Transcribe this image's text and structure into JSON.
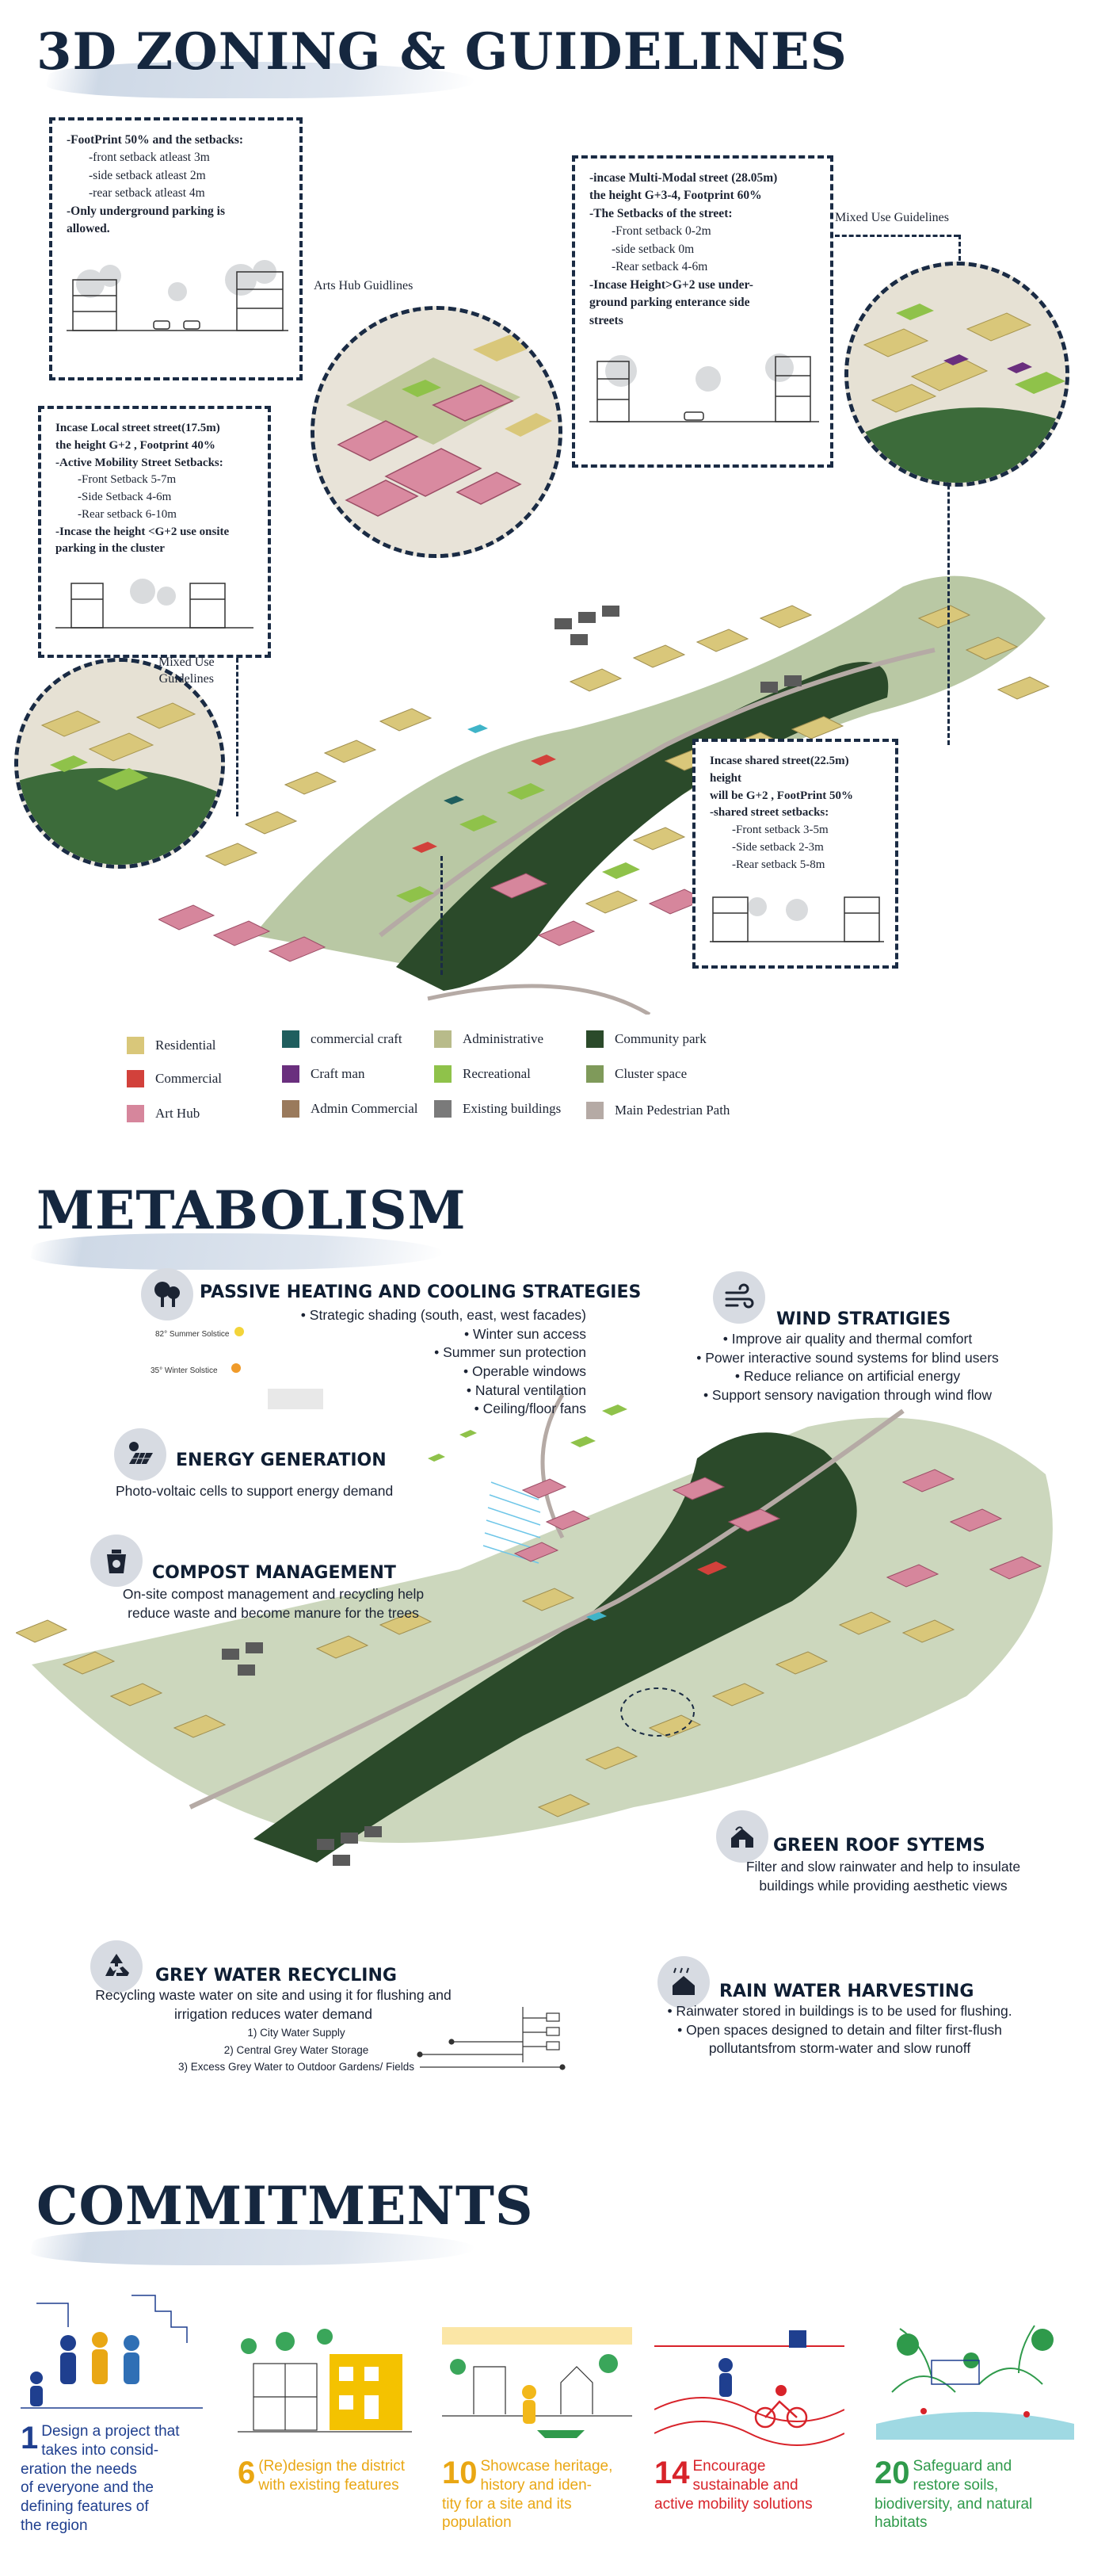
{
  "zoning": {
    "title": "3D ZONING & GUIDELINES",
    "note1": [
      "-FootPrint 50% and the setbacks:",
      "-front setback atleast 3m",
      "-side setback atleast 2m",
      "-rear setback atleast 4m",
      "-Only underground parking is",
      "allowed."
    ],
    "note2": [
      "-incase Multi-Modal street (28.05m)",
      "the height G+3-4, Footprint 60%",
      "-The Setbacks of the street:",
      "-Front setback 0-2m",
      "-side setback 0m",
      "-Rear setback 4-6m",
      "-Incase Height>G+2 use under-",
      "ground parking enterance side",
      "streets"
    ],
    "note3": [
      "Incase Local street street(17.5m)",
      "the height G+2 , Footprint 40%",
      "-Active Mobility Street Setbacks:",
      "-Front Setback 5-7m",
      "-Side Setback  4-6m",
      "-Rear setback   6-10m",
      "-Incase the height <G+2 use onsite",
      "parking in the cluster"
    ],
    "note4": [
      "Incase shared street(22.5m)",
      "height",
      "will be G+2 , FootPrint 50%",
      "-shared street setbacks:",
      "-Front setback 3-5m",
      "-Side setback   2-3m",
      "-Rear setback  5-8m"
    ],
    "label_arts": "Arts Hub Guidlines",
    "label_mixed_right": "Mixed Use Guidelines",
    "label_mixed_left": [
      "Mixed Use",
      "Guidelines"
    ],
    "legend": [
      {
        "label": "Residential",
        "color": "#d9c77a"
      },
      {
        "label": "Commercial",
        "color": "#d2413b"
      },
      {
        "label": "Art Hub",
        "color": "#d6869c"
      },
      {
        "label": "commercial craft",
        "color": "#1f5e5e"
      },
      {
        "label": "Craft man",
        "color": "#6a2f7e"
      },
      {
        "label": "Admin Commercial",
        "color": "#9a7a5c"
      },
      {
        "label": "Administrative",
        "color": "#b8bb8a"
      },
      {
        "label": "Recreational",
        "color": "#8fc24a"
      },
      {
        "label": "Existing buildings",
        "color": "#7a7a7a"
      },
      {
        "label": "Community park",
        "color": "#2b4a2a"
      },
      {
        "label": "Cluster space",
        "color": "#7f9a5a"
      },
      {
        "label": "Main Pedestrian Path",
        "color": "#b5aaa5"
      }
    ]
  },
  "metabolism": {
    "title": "METABOLISM",
    "passive": {
      "heading": "PASSIVE HEATING AND COOLING STRATEGIES",
      "items": [
        "• Strategic shading (south, east, west facades)",
        "• Winter sun access",
        "• Summer sun protection",
        "• Operable windows",
        "• Natural ventilation",
        "• Ceiling/floor fans"
      ],
      "solstice_summer": "82° Summer Solstice",
      "solstice_winter": "35° Winter Solstice"
    },
    "wind": {
      "heading": "WIND STRATIGIES",
      "items": [
        "• Improve air quality and thermal comfort",
        "• Power interactive sound systems for blind users",
        "• Reduce reliance on artificial energy",
        "• Support sensory navigation through wind flow"
      ]
    },
    "energy": {
      "heading": "ENERGY GENERATION",
      "text": "Photo-voltaic cells to support energy demand"
    },
    "compost": {
      "heading": "COMPOST MANAGEMENT",
      "lines": [
        "On-site compost management and recycling help",
        "reduce waste and become manure for the trees"
      ]
    },
    "roof": {
      "heading": "GREEN ROOF SYTEMS",
      "lines": [
        "Filter and slow rainwater and help to insulate",
        "buildings while providing aesthetic views"
      ]
    },
    "grey": {
      "heading": "GREY WATER RECYCLING",
      "lines": [
        "Recycling waste water on site and using it for flushing and",
        "irrigation reduces water demand"
      ],
      "steps": [
        "1) City Water Supply",
        "2) Central Grey Water Storage",
        "3) Excess Grey Water to Outdoor Gardens/ Fields"
      ]
    },
    "rain": {
      "heading": "RAIN WATER HARVESTING",
      "lines": [
        "• Rainwater stored in buildings is to be used for flushing.",
        "• Open spaces designed to detain and filter first-flush",
        "pollutantsfrom storm-water and slow runoff"
      ]
    }
  },
  "commitments": {
    "title": "COMMITMENTS",
    "items": [
      {
        "num": "1",
        "color": "#1f3f8f",
        "lines": [
          "Design a project that",
          "takes into consid-",
          "eration the needs",
          "of everyone and the",
          "defining features of",
          "the region"
        ]
      },
      {
        "num": "6",
        "color": "#e9a714",
        "lines": [
          "(Re)design the district",
          "with existing features"
        ]
      },
      {
        "num": "10",
        "color": "#e9a714",
        "lines": [
          "Showcase heritage,",
          "history and iden-",
          "tity for a site and its",
          "population"
        ]
      },
      {
        "num": "14",
        "color": "#d8232a",
        "lines": [
          "Encourage",
          "sustainable and",
          "active mobility solutions"
        ]
      },
      {
        "num": "20",
        "color": "#2f9a4b",
        "lines": [
          "Safeguard and",
          "restore soils,",
          "biodiversity, and natural",
          "habitats"
        ]
      }
    ]
  }
}
